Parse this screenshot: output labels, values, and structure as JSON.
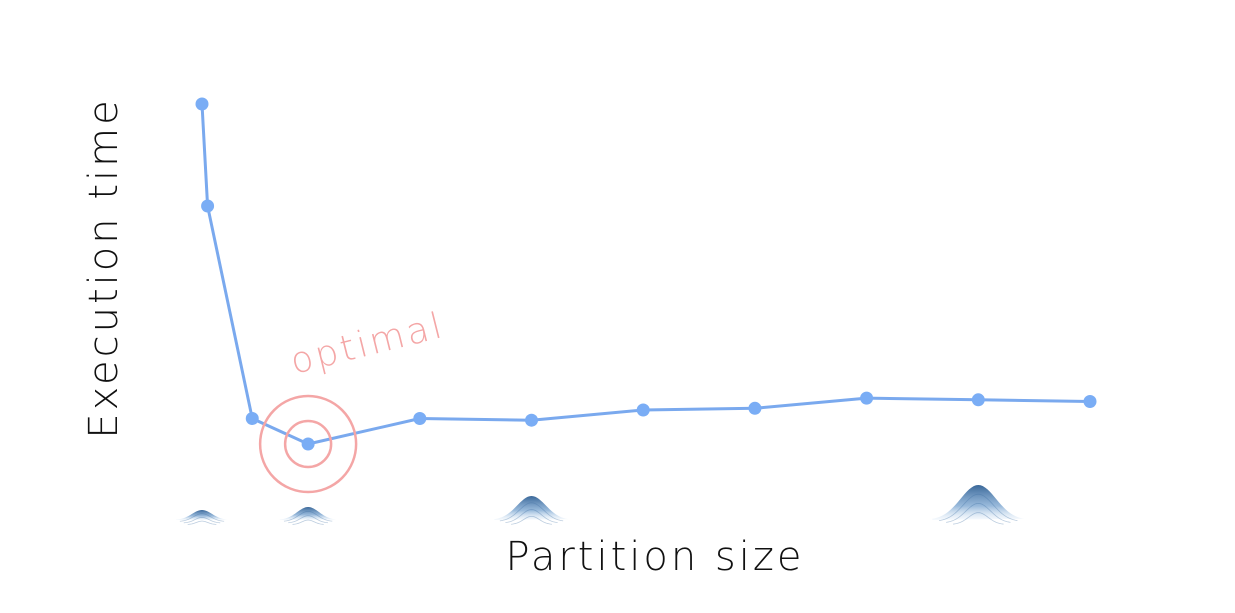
{
  "chart_data": {
    "type": "line",
    "xlabel": "Partition size",
    "ylabel": "Execution time",
    "grid": false,
    "series": [
      {
        "values": [
          {
            "x": 0.0,
            "y": 100
          },
          {
            "x": 0.5,
            "y": 70
          },
          {
            "x": 4.5,
            "y": 7.5
          },
          {
            "x": 9.5,
            "y": 0
          },
          {
            "x": 19.5,
            "y": 7.5
          },
          {
            "x": 29.5,
            "y": 7
          },
          {
            "x": 39.5,
            "y": 10
          },
          {
            "x": 49.5,
            "y": 10.5
          },
          {
            "x": 59.5,
            "y": 13.5
          },
          {
            "x": 69.5,
            "y": 13
          },
          {
            "x": 79.5,
            "y": 12.5
          }
        ]
      }
    ],
    "annotation": {
      "text": "optimal",
      "target_index": 3
    },
    "distributions": [
      {
        "center": 0,
        "height": 1
      },
      {
        "center": 9.5,
        "height": 1.3
      },
      {
        "center": 29.5,
        "height": 2.4
      },
      {
        "center": 69.5,
        "height": 3.5
      }
    ]
  },
  "colors": {
    "line": "#7aa9ee",
    "marker": "#7aadf5",
    "annotation": "#f4a6a6",
    "distribution": "#3f6fa3",
    "axis_text": "#111111"
  }
}
